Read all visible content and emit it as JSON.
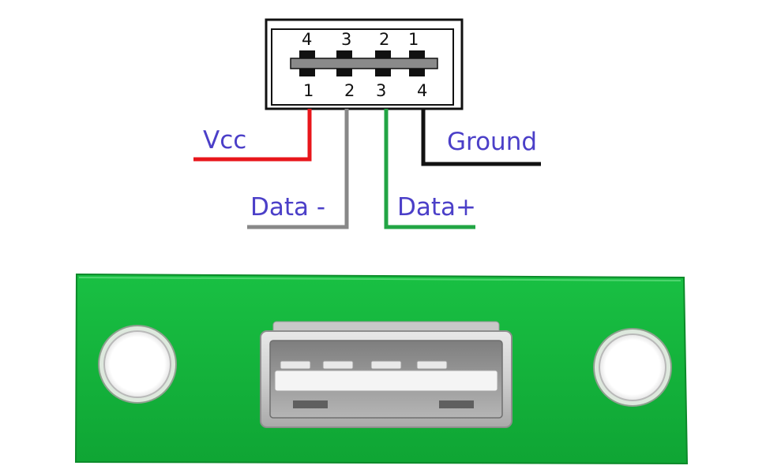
{
  "colors": {
    "vcc_wire": "#E8161B",
    "data_minus_wire": "#888888",
    "data_plus_wire": "#22A544",
    "ground_wire": "#111111",
    "label_text": "#4B3FC8",
    "pcb_green": "#12B23A",
    "pcb_edge": "#0C8A2A",
    "connector_metal": "#C9C9C9",
    "pin_bar": "#8A8A8A"
  },
  "top_diagram": {
    "top_pin_numbers": [
      "4",
      "3",
      "2",
      "1"
    ],
    "bottom_pin_numbers": [
      "1",
      "2",
      "3",
      "4"
    ],
    "labels": {
      "vcc": "Vcc",
      "data_minus": "Data -",
      "data_plus": "Data+",
      "ground": "Ground"
    }
  },
  "photo": {
    "subject": "USB Type-A female connector breakout board",
    "icon": "usb-a-connector-icon"
  }
}
